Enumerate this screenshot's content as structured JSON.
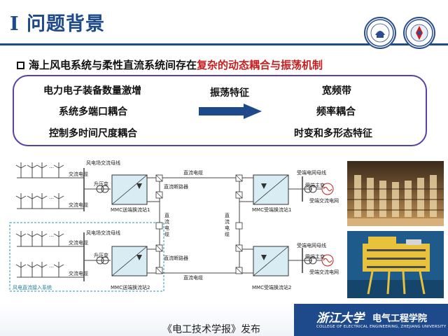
{
  "header": {
    "roman": "I",
    "title": "问题背景"
  },
  "bullet": {
    "text_plain": "海上风电系统与柔性直流系统间存在",
    "text_highlight": "复杂的动态耦合与振荡机制"
  },
  "mechanism": {
    "causes": [
      "电力电子装备数量激增",
      "系统多端口耦合",
      "控制多时间尺度耦合"
    ],
    "arrow_label": "振荡特征",
    "features": [
      "宽频带",
      "频率耦合",
      "时变和多形态特征"
    ]
  },
  "diagram": {
    "labels": {
      "wf_bus_1": "风电场交流母线",
      "ac_cable_1": "交流电缆",
      "ac_cable_2": "交流电缆",
      "step_up_1": "升压变",
      "mmc_send_1": "MMC送端换流站1",
      "dc_breaker_1": "直流断路器",
      "dc_cable_top": "直流电缆",
      "dc_cable_vert_left": "直流电缆",
      "dc_cable_vert_right": "直流电缆",
      "dc_breaker_2": "直流断路器",
      "dc_cable_bottom": "直流电缆",
      "wf_bus_2": "风电场交流母线",
      "ac_cable_3": "交流电缆",
      "ac_cable_4": "交流电缆",
      "step_up_2": "升压变",
      "mmc_send_2": "MMC送端换流站2",
      "direct_system": "风电直流接入系统",
      "dots": "…",
      "recv_bus_1": "受端电网母线",
      "recv_tx_1": "受端主变",
      "recv_grid_1": "受端交流电网",
      "mmc_recv_1": "MMC受端换流站1",
      "recv_bus_2": "受端电网母线",
      "recv_tx_2": "受端主变",
      "recv_grid_2": "受端交流电网",
      "mmc_recv_2": "MMC受端换流站2"
    }
  },
  "footer": {
    "publication": "《电工技术学报》发布",
    "university": "浙江大学",
    "school_cn": "电气工程学院",
    "school_en": "COLLEGE OF ELECTRICAL ENGINEERING, ZHEJIANG UNIVERSITY"
  },
  "colors": {
    "brand_blue": "#1e4a8c",
    "highlight_red": "#c81e1e",
    "box_purple": "#5a3fa6",
    "station_fill": "#d7ecf3"
  }
}
